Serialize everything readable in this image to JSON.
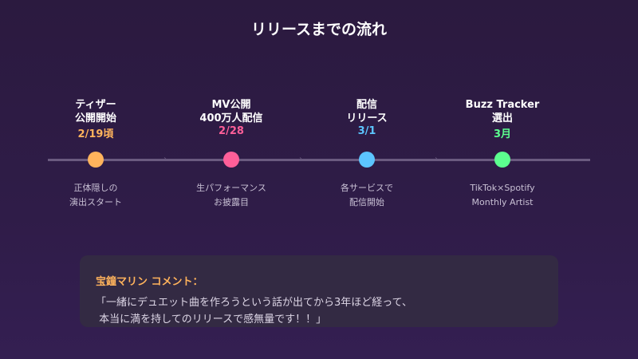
{
  "title": "リリースまでの流れ",
  "milestones": [
    {
      "line1": "ティザー",
      "line2": "公開開始",
      "date": "2/19頃",
      "color": "#ffb35c",
      "desc1": "正体隠しの",
      "desc2": "演出スタート"
    },
    {
      "line1": "MV公開",
      "line2": "400万人配信",
      "date": "2/28",
      "color": "#ff5f99",
      "desc1": "生パフォーマンス",
      "desc2": "お披露目"
    },
    {
      "line1": "配信",
      "line2": "リリース",
      "date": "3/1",
      "color": "#5cc5ff",
      "desc1": "各サービスで",
      "desc2": "配信開始"
    },
    {
      "line1": "Buzz Tracker",
      "line2": "選出",
      "date": "3月",
      "color": "#5cff8f",
      "desc1": "TikTok×Spotify",
      "desc2": "Monthly Artist"
    }
  ],
  "comment": {
    "author": "宝鐘マリン コメント：",
    "line1": "「一緒にデュエット曲を作ろうという話が出てから3年ほど経って、",
    "line2": "本当に満を持してのリリースで感無量です！！」"
  }
}
